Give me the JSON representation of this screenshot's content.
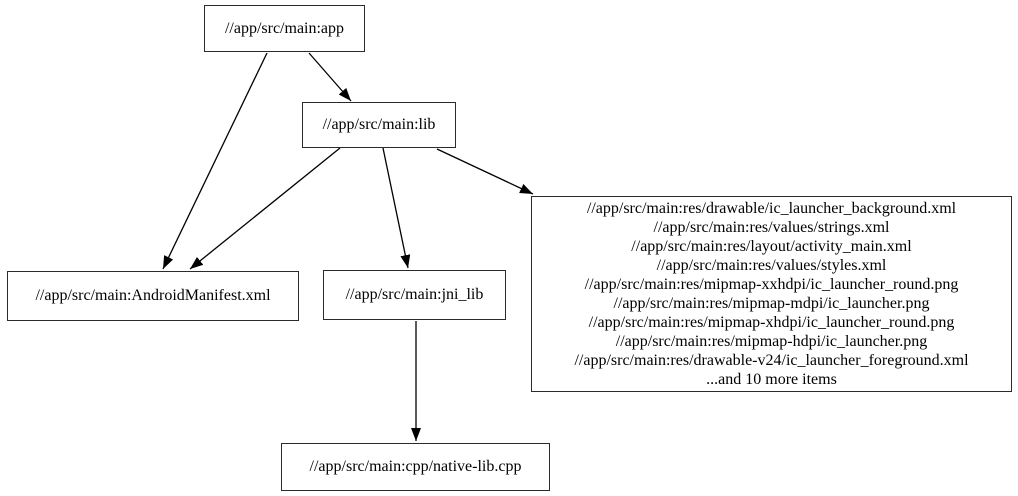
{
  "diagram": {
    "kind": "dependency-graph",
    "nodes": {
      "app": {
        "label": "//app/src/main:app"
      },
      "lib": {
        "label": "//app/src/main:lib"
      },
      "manifest": {
        "label": "//app/src/main:AndroidManifest.xml"
      },
      "jni_lib": {
        "label": "//app/src/main:jni_lib"
      },
      "native_cpp": {
        "label": "//app/src/main:cpp/native-lib.cpp"
      },
      "res_group": {
        "lines": [
          "//app/src/main:res/drawable/ic_launcher_background.xml",
          "//app/src/main:res/values/strings.xml",
          "//app/src/main:res/layout/activity_main.xml",
          "//app/src/main:res/values/styles.xml",
          "//app/src/main:res/mipmap-xxhdpi/ic_launcher_round.png",
          "//app/src/main:res/mipmap-mdpi/ic_launcher.png",
          "//app/src/main:res/mipmap-xhdpi/ic_launcher_round.png",
          "//app/src/main:res/mipmap-hdpi/ic_launcher.png",
          "//app/src/main:res/drawable-v24/ic_launcher_foreground.xml",
          "...and 10 more items"
        ]
      }
    },
    "edges": [
      {
        "from": "app",
        "to": "lib"
      },
      {
        "from": "app",
        "to": "manifest"
      },
      {
        "from": "lib",
        "to": "manifest"
      },
      {
        "from": "lib",
        "to": "jni_lib"
      },
      {
        "from": "lib",
        "to": "res_group"
      },
      {
        "from": "jni_lib",
        "to": "native_cpp"
      }
    ],
    "colors": {
      "background": "#ffffff",
      "node_border": "#2b2b2b",
      "text": "#000000",
      "edge": "#000000"
    }
  }
}
